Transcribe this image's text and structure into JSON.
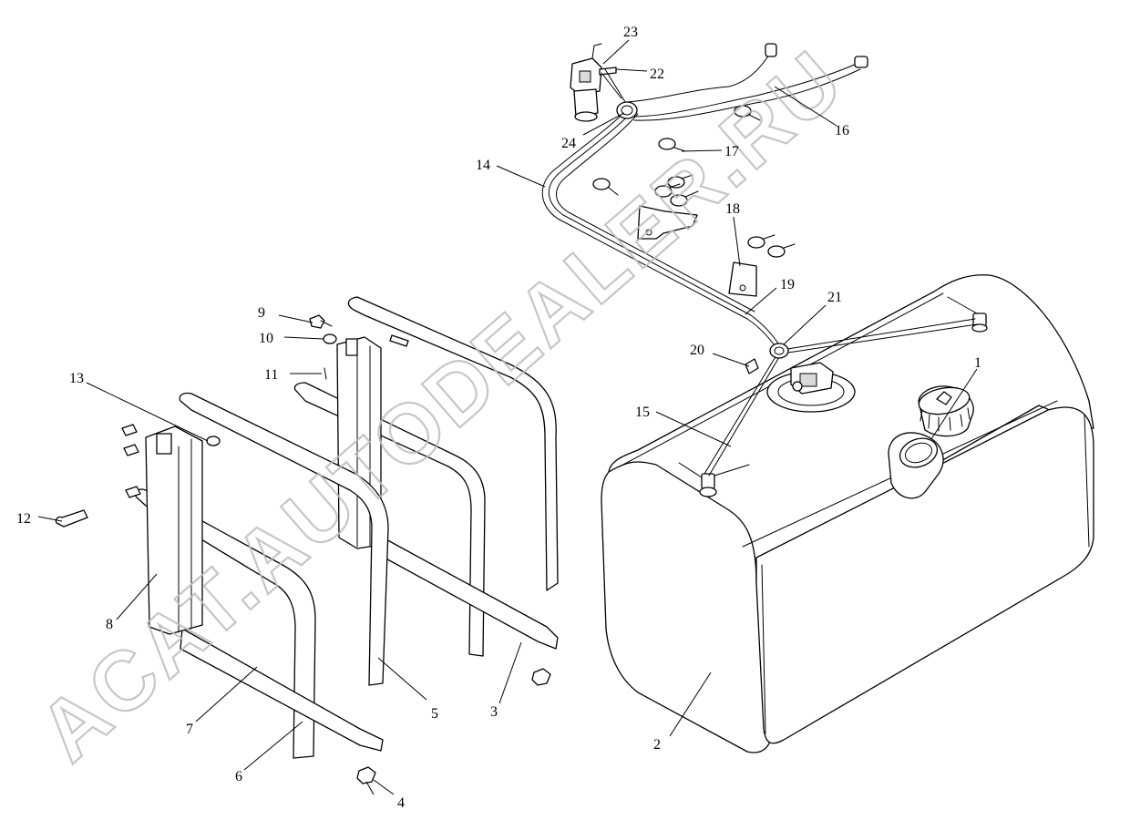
{
  "watermark": "ACAT.AUTODEALER.RU",
  "callouts": [
    {
      "id": "c1",
      "label": "1"
    },
    {
      "id": "c2",
      "label": "2"
    },
    {
      "id": "c3",
      "label": "3"
    },
    {
      "id": "c4",
      "label": "4"
    },
    {
      "id": "c5",
      "label": "5"
    },
    {
      "id": "c6",
      "label": "6"
    },
    {
      "id": "c7",
      "label": "7"
    },
    {
      "id": "c8",
      "label": "8"
    },
    {
      "id": "c9",
      "label": "9"
    },
    {
      "id": "c10",
      "label": "10"
    },
    {
      "id": "c11",
      "label": "11"
    },
    {
      "id": "c12",
      "label": "12"
    },
    {
      "id": "c13",
      "label": "13"
    },
    {
      "id": "c14",
      "label": "14"
    },
    {
      "id": "c15",
      "label": "15"
    },
    {
      "id": "c16",
      "label": "16"
    },
    {
      "id": "c17",
      "label": "17"
    },
    {
      "id": "c18",
      "label": "18"
    },
    {
      "id": "c19",
      "label": "19"
    },
    {
      "id": "c20",
      "label": "20"
    },
    {
      "id": "c21",
      "label": "21"
    },
    {
      "id": "c22",
      "label": "22"
    },
    {
      "id": "c23",
      "label": "23"
    },
    {
      "id": "c24",
      "label": "24"
    }
  ]
}
